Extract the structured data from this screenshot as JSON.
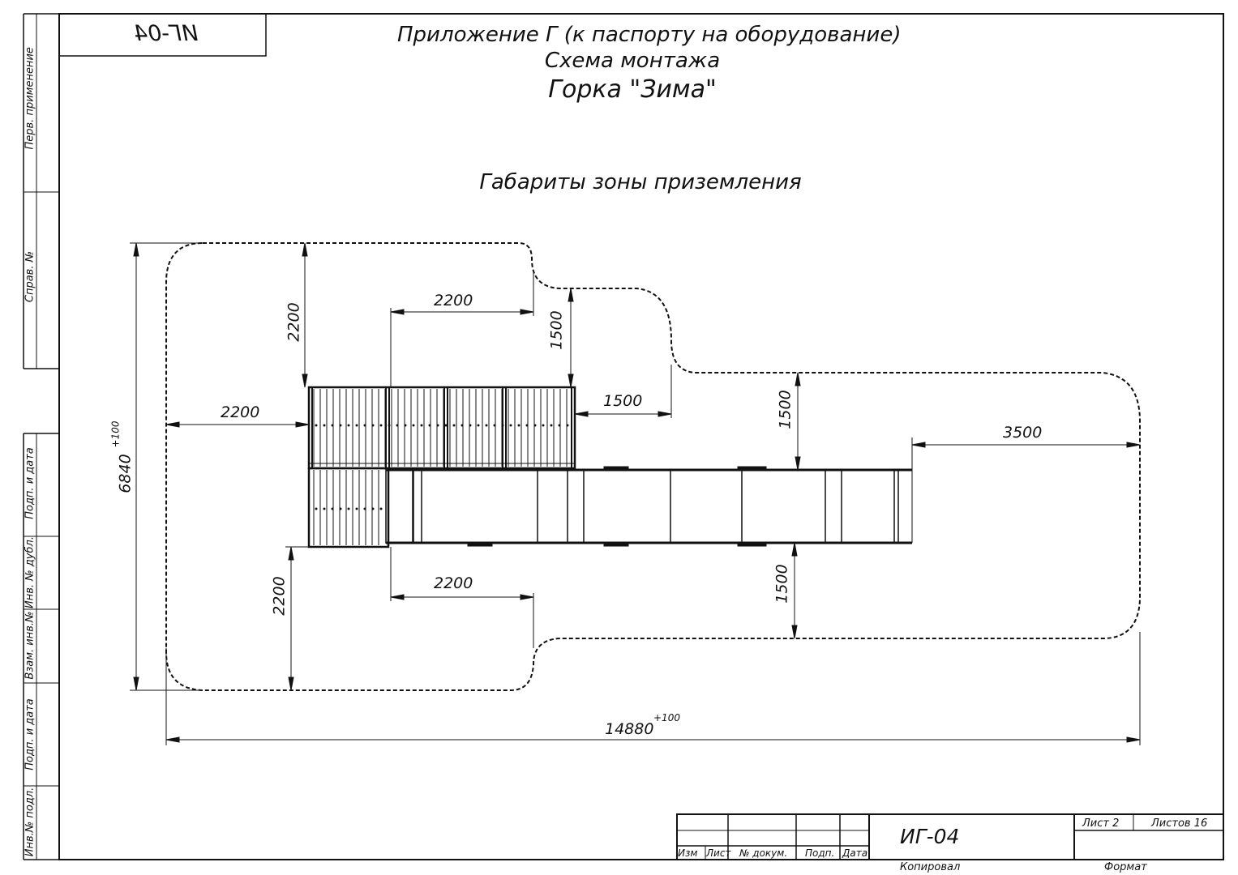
{
  "document": {
    "code_mirrored": "ИГ-04",
    "title_line1": "Приложение Г (к паспорту на оборудование)",
    "title_line2": "Схема монтажа",
    "title_line3": "Горка \"Зима\"",
    "subtitle": "Габариты зоны приземления"
  },
  "side_strip": {
    "labels": [
      "Перв. применение",
      "Справ. №",
      "Подп. и дата",
      "Инв. № дубл.",
      "Взам. инв.№",
      "Подп. и дата",
      "Инв.№ подл."
    ]
  },
  "dimensions": {
    "top_left_vertical": "2200",
    "top_platform_width": "2200",
    "top_right_vertical": "1500",
    "left_horizontal": "2200",
    "platform_right_horizontal": "1500",
    "slide_top_vertical": "1500",
    "slide_end_horizontal": "3500",
    "overall_height": "6840",
    "overall_height_tol": "+100",
    "bottom_left_vertical": "2200",
    "bottom_platform_width": "2200",
    "slide_bottom_vertical": "1500",
    "overall_width": "14880",
    "overall_width_tol": "+100"
  },
  "title_block": {
    "doc_code": "ИГ-04",
    "sheet_label": "Лист 2",
    "sheets_label": "Листов 16",
    "col_izm": "Изм",
    "col_list": "Лист",
    "col_doc": "№ докум.",
    "col_sign": "Подп.",
    "col_date": "Дата",
    "copied": "Копировал",
    "format": "Формат"
  }
}
